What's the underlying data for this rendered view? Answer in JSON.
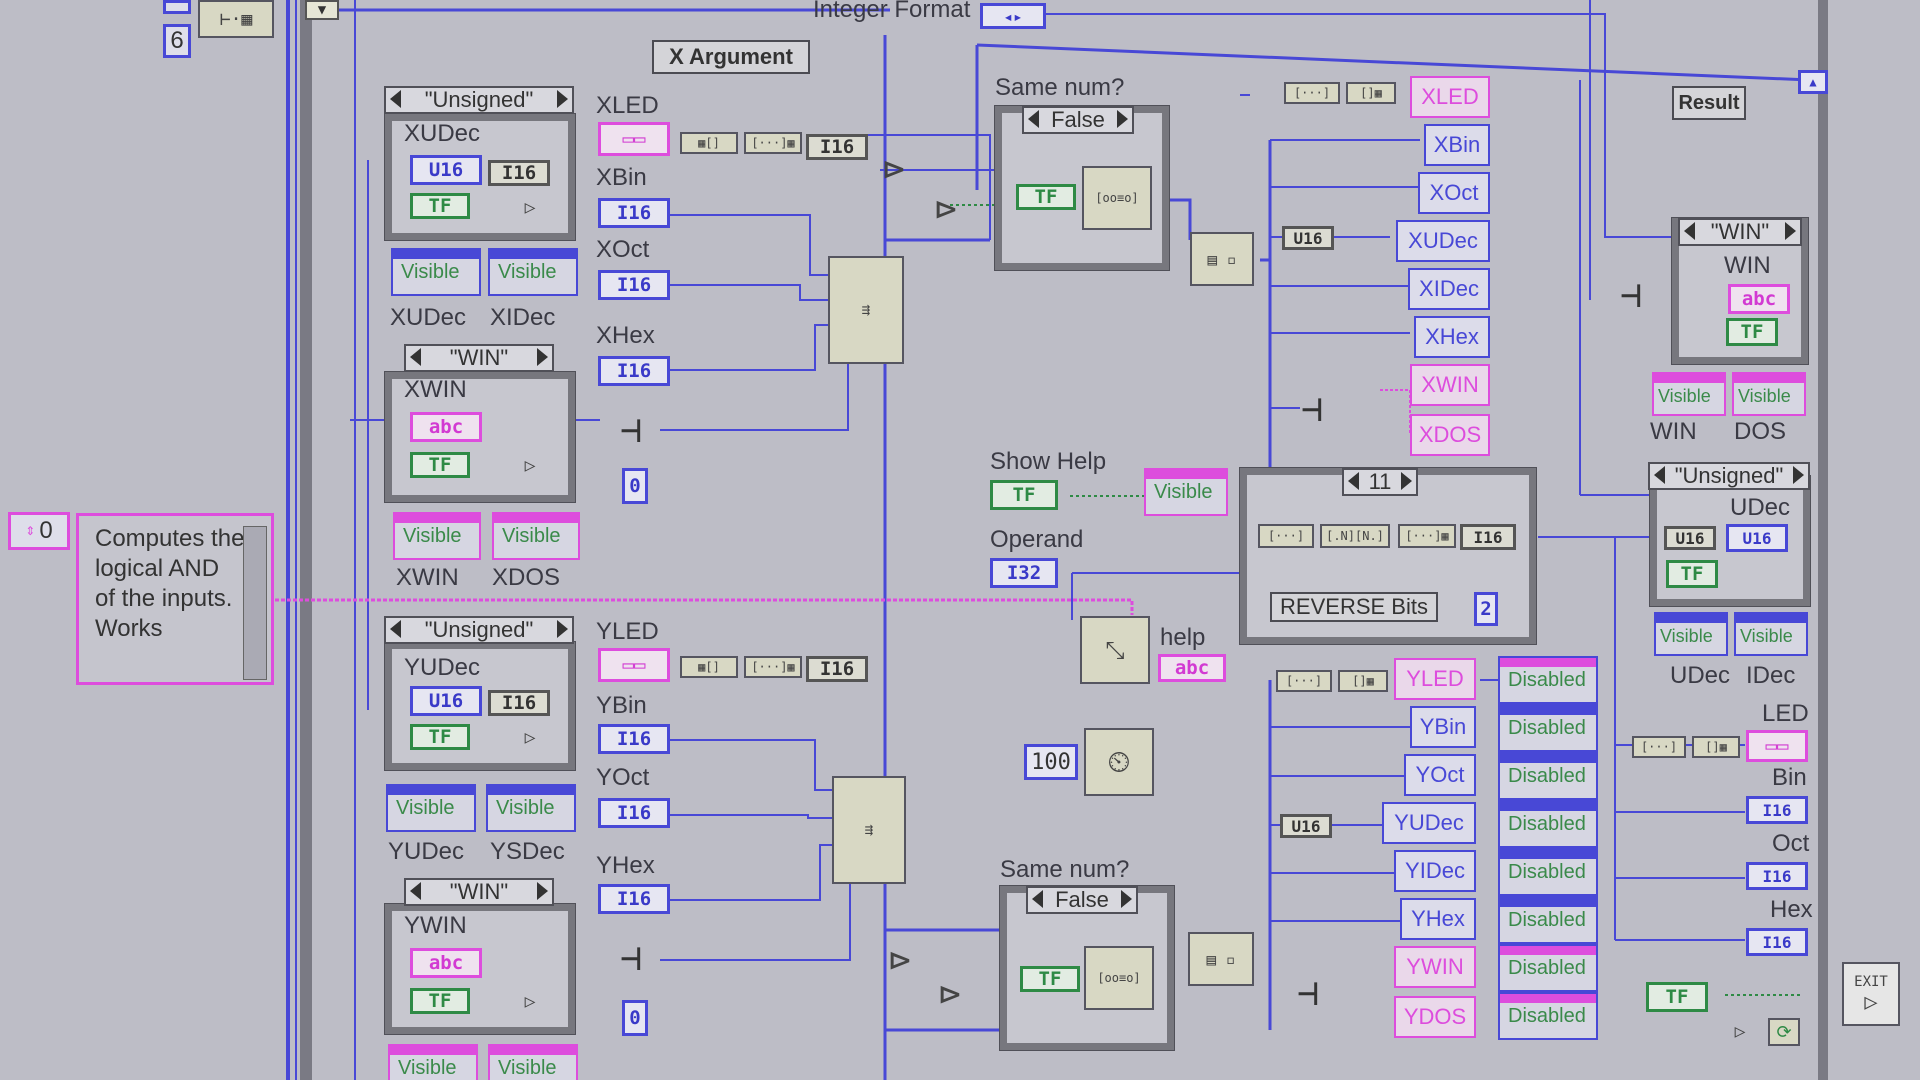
{
  "window": {
    "title": "Integer Format"
  },
  "top_left": {
    "index_value": "6"
  },
  "argument_label": "X Argument",
  "result_label": "Result",
  "comment": {
    "index": "0",
    "text": "Computes the logical AND of the inputs. Works"
  },
  "x_section": {
    "format_case_1": "\"Unsigned\"",
    "xudec": "XUDec",
    "xudec_type": "U16",
    "i16": "I16",
    "tf": "TF",
    "visible": "Visible",
    "xudec_under": "XUDec",
    "xidec_under": "XIDec",
    "format_case_2": "\"WIN\"",
    "xwin": "XWIN",
    "abc": "abc",
    "xwin_under": "XWIN",
    "xdos_under": "XDOS",
    "xled": "XLED",
    "xbin": "XBin",
    "xoct": "XOct",
    "xhex": "XHex",
    "zero": "0"
  },
  "y_section": {
    "format_case_1": "\"Unsigned\"",
    "yudec": "YUDec",
    "yudec_under": "YUDec",
    "ysdec_under": "YSDec",
    "format_case_2": "\"WIN\"",
    "ywin": "YWIN",
    "yled": "YLED",
    "ybin": "YBin",
    "yoct": "YOct",
    "yhex": "YHex",
    "zero": "0"
  },
  "compare": {
    "same_num": "Same num?",
    "false": "False",
    "same_num_2": "Same num?",
    "false_2": "False"
  },
  "middle": {
    "show_help": "Show Help",
    "operand": "Operand",
    "operand_type": "I32",
    "help": "help",
    "wait_ms": "100",
    "case_value": "11",
    "reverse_bits": "REVERSE Bits",
    "reverse_idx": "2"
  },
  "x_terminals": [
    "XLED",
    "XBin",
    "XOct",
    "XUDec",
    "XIDec",
    "XHex",
    "XWIN",
    "XDOS"
  ],
  "y_terminals": [
    "YLED",
    "YBin",
    "YOct",
    "YUDec",
    "YIDec",
    "YHex",
    "YWIN",
    "YDOS"
  ],
  "disabled_label": "Disabled",
  "right_section": {
    "win_case": "\"WIN\"",
    "win": "WIN",
    "win_under": "WIN",
    "dos_under": "DOS",
    "unsigned_case": "\"Unsigned\"",
    "udec": "UDec",
    "udec_under": "UDec",
    "idec_under": "IDec",
    "led": "LED",
    "bin": "Bin",
    "oct": "Oct",
    "hex": "Hex",
    "exit": "EXIT"
  },
  "colors": {
    "background": "#bdbdc6",
    "int_wire": "#4848d6",
    "string_wire": "#dd4ddd",
    "bool_wire": "#2e8a45"
  }
}
